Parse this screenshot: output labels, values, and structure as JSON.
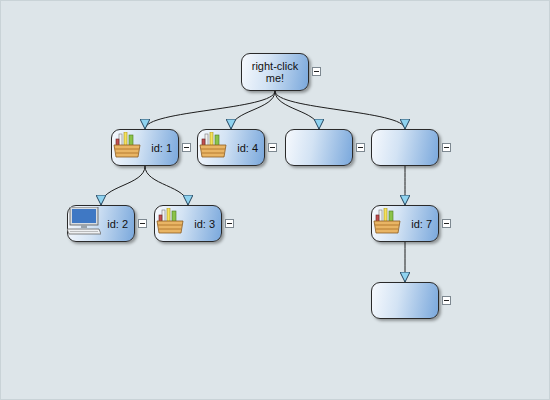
{
  "diagram": {
    "nodes": [
      {
        "text": [
          "right-click me!"
        ]
      },
      {
        "text": [
          "id: 1"
        ]
      },
      {
        "text": [
          "id: 4"
        ]
      },
      {
        "text": []
      },
      {
        "text": []
      },
      {
        "text": [
          "id: 2"
        ]
      },
      {
        "text": [
          "id: 3"
        ]
      },
      {
        "text": [
          "id: 7"
        ]
      },
      {
        "text": []
      }
    ],
    "edges": [
      {
        "from": 0,
        "to": 1,
        "arrow": "to"
      },
      {
        "from": 0,
        "to": 2,
        "arrow": "to"
      },
      {
        "from": 0,
        "to": 3,
        "arrow": "to"
      },
      {
        "from": 0,
        "to": 4,
        "arrow": "to"
      },
      {
        "from": 1,
        "to": 5,
        "arrow": "to"
      },
      {
        "from": 1,
        "to": 6,
        "arrow": "to"
      },
      {
        "from": 4,
        "to": 7,
        "arrow": "to"
      },
      {
        "from": 7,
        "to": 8,
        "arrow": "to"
      }
    ]
  }
}
